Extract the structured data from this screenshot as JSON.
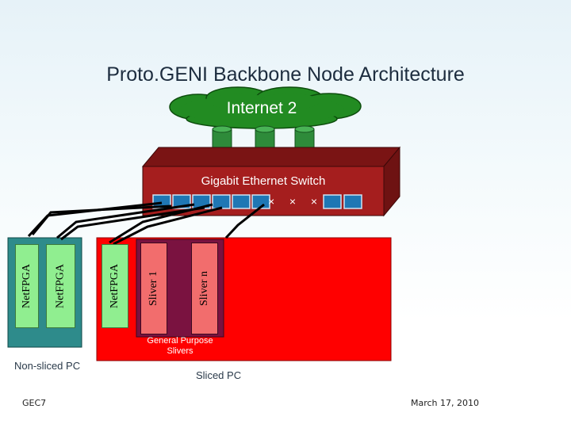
{
  "slide": {
    "title": "Proto.GENI Backbone Node Architecture",
    "footer_left": "GEC7",
    "footer_right": "March 17, 2010"
  },
  "diagram": {
    "internet_label": "Internet 2",
    "switch_label": "Gigabit Ethernet Switch",
    "switch_port_markers": [
      "×",
      "×",
      "×"
    ],
    "non_sliced_pc": {
      "label": "Non-sliced PC",
      "cards": [
        "NetFPGA",
        "NetFPGA"
      ]
    },
    "sliced_pc": {
      "label": "Sliced PC",
      "card": "NetFPGA",
      "slivers": [
        "Sliver 1",
        "Sliver n"
      ],
      "slivers_group_label": "General Purpose Slivers"
    },
    "colors": {
      "cloud": "#228b22",
      "cylinder": "#2e8b3a",
      "switch_top": "#8b1a1a",
      "switch_front": "#a51e1e",
      "switch_side": "#6e1212",
      "port": "#1f77b4",
      "sliced_pc": "#ff0000",
      "non_sliced_pc": "#2e8b8b",
      "netfpga": "#90ee90",
      "sliver_group": "#7a1240",
      "sliver": "#f26d6d"
    }
  }
}
